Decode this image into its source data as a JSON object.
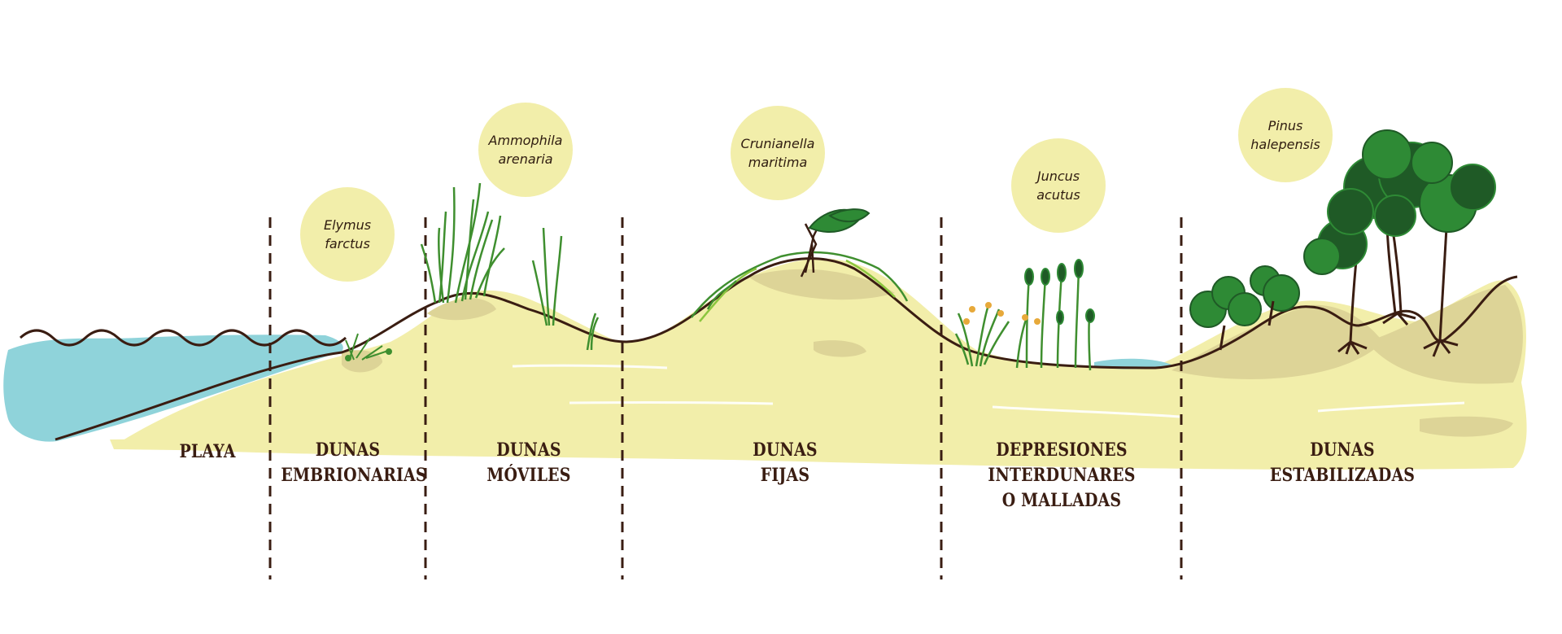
{
  "zones": [
    {
      "id": "playa",
      "lines": [
        "PLAYA"
      ]
    },
    {
      "id": "dunas-embrionarias",
      "lines": [
        "DUNAS",
        "EMBRIONARIAS"
      ]
    },
    {
      "id": "dunas-moviles",
      "lines": [
        "DUNAS",
        "MÓVILES"
      ]
    },
    {
      "id": "dunas-fijas",
      "lines": [
        "DUNAS",
        "FIJAS"
      ]
    },
    {
      "id": "depresiones-interdunares",
      "lines": [
        "DEPRESIONES",
        "INTERDUNARES",
        "O MALLADAS"
      ]
    },
    {
      "id": "dunas-estabilizadas",
      "lines": [
        "DUNAS",
        "ESTABILIZADAS"
      ]
    }
  ],
  "species": [
    {
      "id": "elymus-farctus",
      "lines": [
        "Elymus",
        "farctus"
      ]
    },
    {
      "id": "ammophila-arenaria",
      "lines": [
        "Ammophila",
        "arenaria"
      ]
    },
    {
      "id": "crunianella-maritima",
      "lines": [
        "Crunianella",
        "maritima"
      ]
    },
    {
      "id": "juncus-acutus",
      "lines": [
        "Juncus",
        "acutus"
      ]
    },
    {
      "id": "pinus-halepensis",
      "lines": [
        "Pinus",
        "halepensis"
      ]
    }
  ],
  "colors": {
    "sea": "#8fd3da",
    "sand": "#f2eeaa",
    "sand_shadow": "#ddd497",
    "profile_line": "#3a1d12",
    "divider": "#3a1d12",
    "grass": "#3f8f2f",
    "tree_dark": "#1f5a26",
    "tree_light": "#2e8a35",
    "flower": "#e7a93a",
    "label_text": "#3a1d12",
    "species_bubble": "#f2eeaa"
  }
}
